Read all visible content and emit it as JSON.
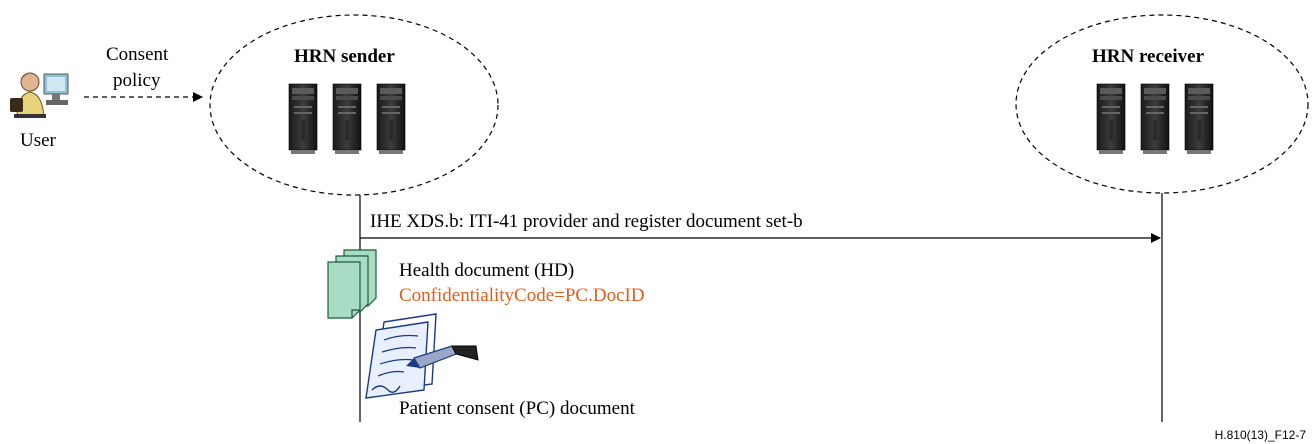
{
  "actors": {
    "user": {
      "label": "User",
      "icon": "user-at-computer-icon"
    },
    "sender": {
      "title": "HRN sender",
      "icon": "server-rack-icon"
    },
    "receiver": {
      "title": "HRN receiver",
      "icon": "server-rack-icon"
    }
  },
  "flows": {
    "consent": {
      "line1": "Consent",
      "line2": "policy"
    },
    "transaction": {
      "label": "IHE XDS.b: ITI-41 provider and register document set-b"
    }
  },
  "documents": {
    "health_document": {
      "title": "Health document (HD)",
      "code": "ConfidentialityCode=PC.DocID",
      "code_color": "#e65c1a",
      "icon": "document-stack-icon"
    },
    "patient_consent": {
      "title": "Patient consent (PC) document",
      "icon": "signed-document-icon"
    }
  },
  "figure_id": "H.810(13)_F12-7",
  "colors": {
    "document_fill": "#a8dcc4",
    "document_stroke": "#1f5a3f",
    "line": "#000000",
    "text": "#000000"
  }
}
